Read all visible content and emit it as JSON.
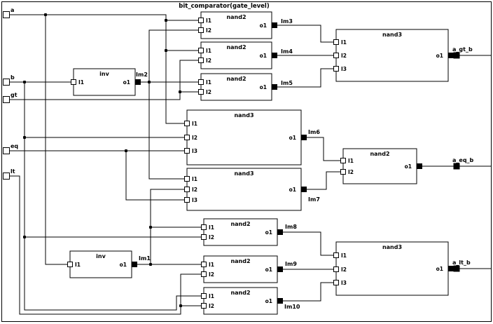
{
  "title": "bit_comparator(gate_level)",
  "colors": {
    "background": "#ffffff",
    "stroke": "#000000"
  },
  "ports": {
    "inputs": [
      {
        "label": "a"
      },
      {
        "label": "b"
      },
      {
        "label": "gt"
      },
      {
        "label": "eq"
      },
      {
        "label": "lt"
      }
    ],
    "outputs": [
      {
        "label": "a_gt_b"
      },
      {
        "label": "a_eq_b"
      },
      {
        "label": "a_lt_b"
      }
    ]
  },
  "gates": [
    {
      "type": "inv",
      "pins": [
        "I1"
      ],
      "out_pin": "o1",
      "out_net": "Im2"
    },
    {
      "type": "nand2",
      "pins": [
        "I1",
        "I2"
      ],
      "out_pin": "o1",
      "out_net": "Im3"
    },
    {
      "type": "nand2",
      "pins": [
        "I1",
        "I2"
      ],
      "out_pin": "o1",
      "out_net": "Im4"
    },
    {
      "type": "nand2",
      "pins": [
        "I1",
        "I2"
      ],
      "out_pin": "o1",
      "out_net": "Im5"
    },
    {
      "type": "nand3",
      "pins": [
        "I1",
        "I2",
        "I3"
      ],
      "out_pin": "o1",
      "out_net": "a_gt_b"
    },
    {
      "type": "nand3",
      "pins": [
        "I1",
        "I2",
        "I3"
      ],
      "out_pin": "o1",
      "out_net": "Im6"
    },
    {
      "type": "nand3",
      "pins": [
        "I1",
        "I2",
        "I3"
      ],
      "out_pin": "o1",
      "out_net": "Im7"
    },
    {
      "type": "nand2",
      "pins": [
        "I1",
        "I2"
      ],
      "out_pin": "o1",
      "out_net": "a_eq_b"
    },
    {
      "type": "nand2",
      "pins": [
        "I1",
        "I2"
      ],
      "out_pin": "o1",
      "out_net": "Im8"
    },
    {
      "type": "inv",
      "pins": [
        "I1"
      ],
      "out_pin": "o1",
      "out_net": "Im1"
    },
    {
      "type": "nand2",
      "pins": [
        "I1",
        "I2"
      ],
      "out_pin": "o1",
      "out_net": "Im9"
    },
    {
      "type": "nand2",
      "pins": [
        "I1",
        "I2"
      ],
      "out_pin": "o1",
      "out_net": "Im10"
    },
    {
      "type": "nand3",
      "pins": [
        "I1",
        "I2",
        "I3"
      ],
      "out_pin": "o1",
      "out_net": "a_lt_b"
    }
  ]
}
